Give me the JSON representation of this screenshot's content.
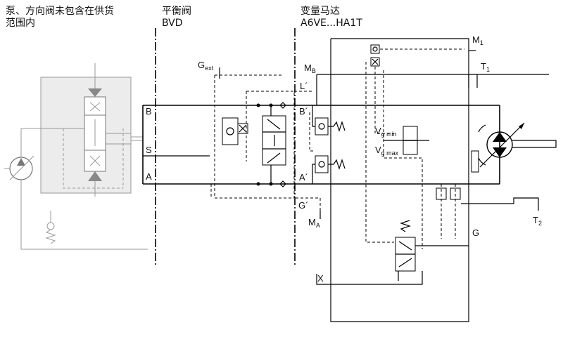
{
  "headers": {
    "pump_note_line1": "泵、方向阀未包含在供货",
    "pump_note_line2": "范围内",
    "valve_title": "平衡阀",
    "valve_model": "BVD",
    "motor_title": "变量马达",
    "motor_model": "A6VE...HA1T"
  },
  "ports": {
    "B": "B",
    "S": "S",
    "A": "A",
    "G_ext": {
      "main": "G",
      "sub": "ext"
    },
    "M_B": {
      "main": "M",
      "sub": "B"
    },
    "L_prime": "L´",
    "B_prime": "B´",
    "A_prime": "A´",
    "G_prime": "G´",
    "M_A": {
      "main": "M",
      "sub": "A"
    },
    "M_1": {
      "main": "M",
      "sub": "1"
    },
    "T_1": {
      "main": "T",
      "sub": "1"
    },
    "T_2": {
      "main": "T",
      "sub": "2"
    },
    "G": "G",
    "X": "X",
    "Vg_min": {
      "main": "V",
      "sub": "g min"
    },
    "Vg_max": {
      "main": "V",
      "sub": "g max"
    }
  }
}
